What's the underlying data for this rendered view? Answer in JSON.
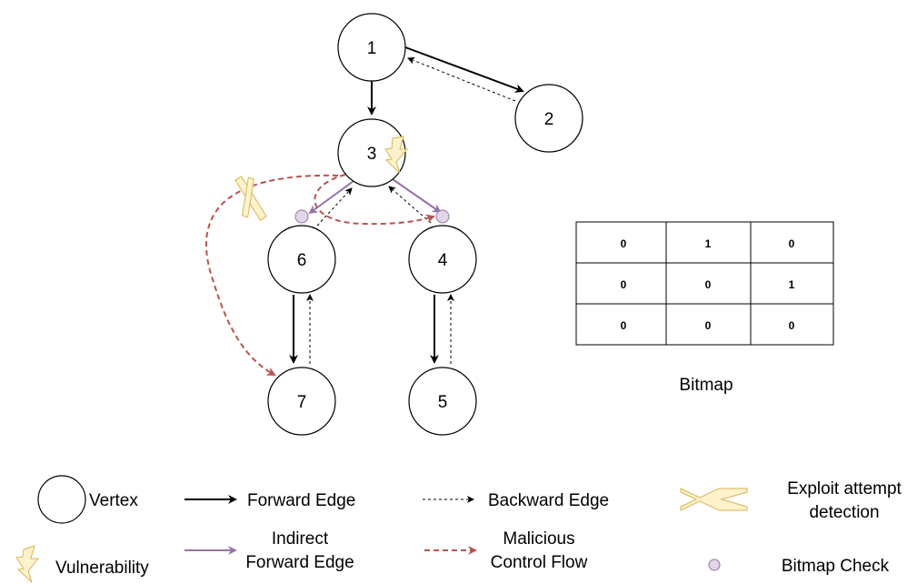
{
  "nodes": [
    "1",
    "2",
    "3",
    "4",
    "5",
    "6",
    "7"
  ],
  "bitmap": {
    "caption": "Bitmap",
    "rows": [
      [
        "0",
        "1",
        "0"
      ],
      [
        "0",
        "0",
        "1"
      ],
      [
        "0",
        "0",
        "0"
      ]
    ]
  },
  "legend": {
    "vertex": "Vertex",
    "forward_edge": "Forward Edge",
    "backward_edge": "Backward Edge",
    "exploit_line1": "Exploit attempt",
    "exploit_line2": "detection",
    "vulnerability": "Vulnerability",
    "indirect_line1": "Indirect",
    "indirect_line2": "Forward Edge",
    "malicious_line1": "Malicious",
    "malicious_line2": "Control Flow",
    "bitmap_check": "Bitmap Check"
  },
  "colors": {
    "forward": "#000000",
    "backward": "#000000",
    "indirect": "#9673a6",
    "malicious": "#b85450",
    "bitmap_check_fill": "#e1d5e7",
    "bitmap_check_stroke": "#9673a6",
    "vulnerability_fill": "#fff2cc",
    "vulnerability_stroke": "#d6b656",
    "exploit_fill": "#fff2cc",
    "exploit_stroke": "#d6b656"
  },
  "icons": [
    "vulnerability-icon",
    "exploit-detection-icon",
    "bitmap-check-icon"
  ]
}
